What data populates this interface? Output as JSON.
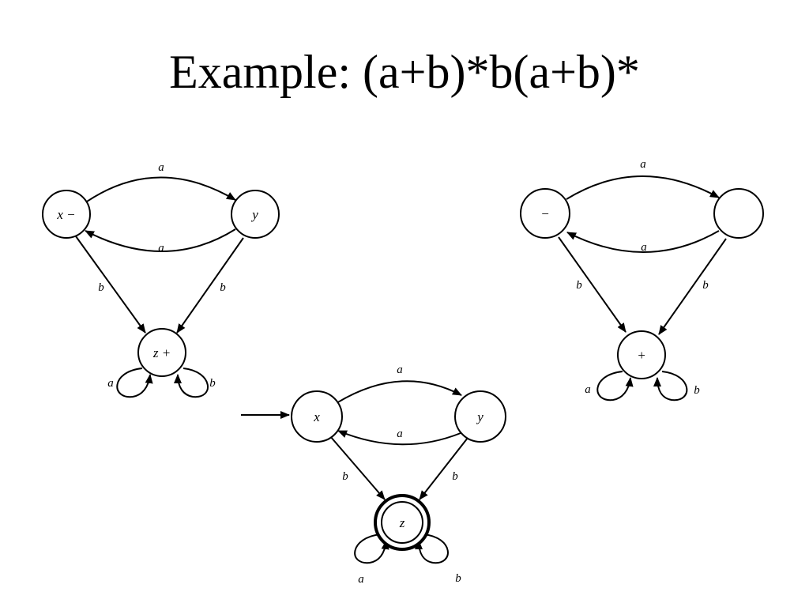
{
  "title": "Example: (a+b)*b(a+b)*",
  "diagrams": [
    {
      "nodes": {
        "x": "x −",
        "y": "y",
        "z": "z +"
      },
      "edges": {
        "xy": "a",
        "yx": "a",
        "xz": "b",
        "yz": "b",
        "zloopL": "a",
        "zloopR": "b"
      }
    },
    {
      "nodes": {
        "x": "x",
        "y": "y",
        "z": "z"
      },
      "edges": {
        "xy": "a",
        "yx": "a",
        "xz": "b",
        "yz": "b",
        "zloopL": "a",
        "zloopR": "b"
      }
    },
    {
      "nodes": {
        "x": "−",
        "y": "",
        "z": "+"
      },
      "edges": {
        "xy": "a",
        "yx": "a",
        "xz": "b",
        "yz": "b",
        "zloopL": "a",
        "zloopR": "b"
      }
    }
  ]
}
